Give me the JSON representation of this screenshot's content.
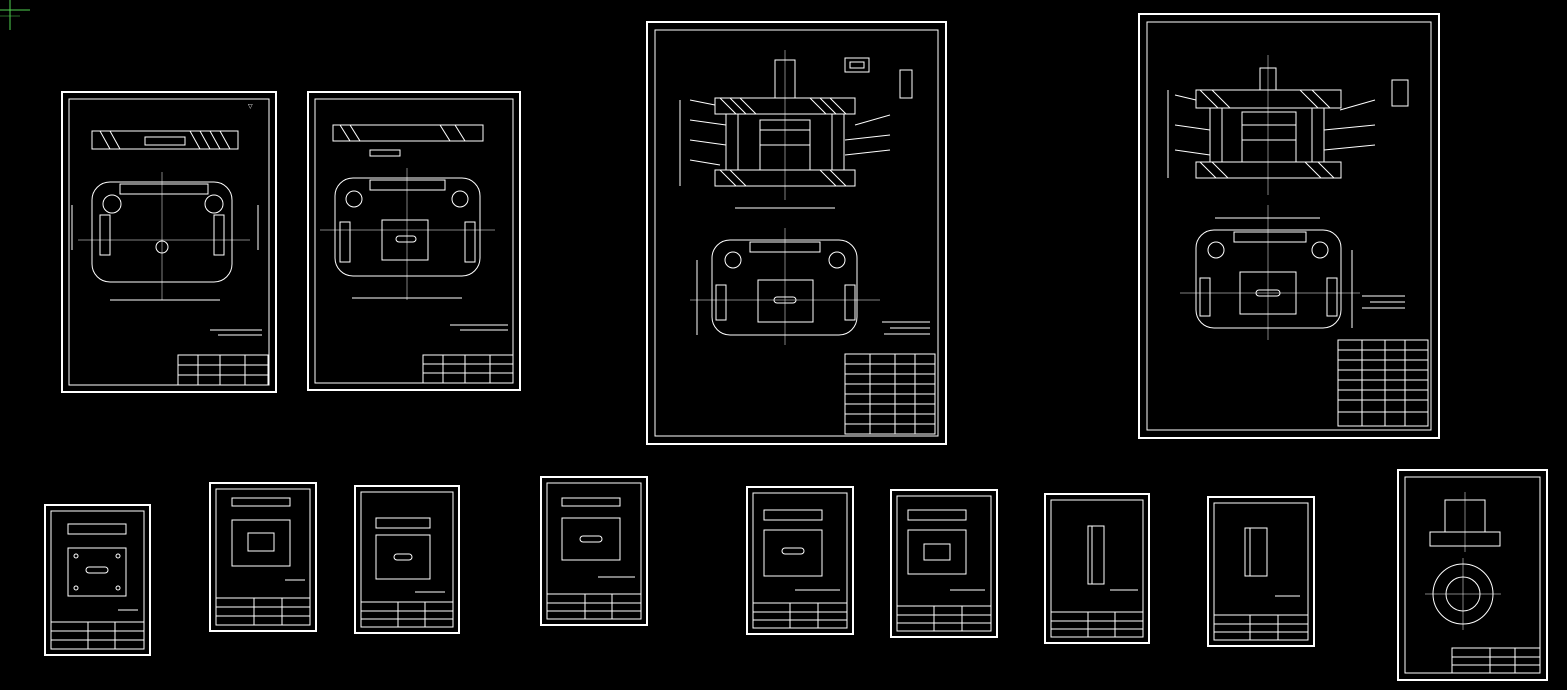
{
  "viewport": {
    "background": "#000000",
    "line_color": "#ffffff",
    "ucs_color": "#4fd24f"
  },
  "icons": {
    "ucs": "crosshair-icon"
  },
  "sheets": [
    {
      "name": "sheet-plate-1",
      "kind": "part"
    },
    {
      "name": "sheet-plate-2",
      "kind": "part"
    },
    {
      "name": "sheet-assembly-1",
      "kind": "assembly"
    },
    {
      "name": "sheet-assembly-2",
      "kind": "assembly"
    },
    {
      "name": "sheet-small-1",
      "kind": "part"
    },
    {
      "name": "sheet-small-2",
      "kind": "part"
    },
    {
      "name": "sheet-small-3",
      "kind": "part"
    },
    {
      "name": "sheet-small-4",
      "kind": "part"
    },
    {
      "name": "sheet-small-5",
      "kind": "part"
    },
    {
      "name": "sheet-small-6",
      "kind": "part"
    },
    {
      "name": "sheet-small-7",
      "kind": "part"
    },
    {
      "name": "sheet-small-8",
      "kind": "part"
    },
    {
      "name": "sheet-small-9",
      "kind": "part"
    }
  ]
}
